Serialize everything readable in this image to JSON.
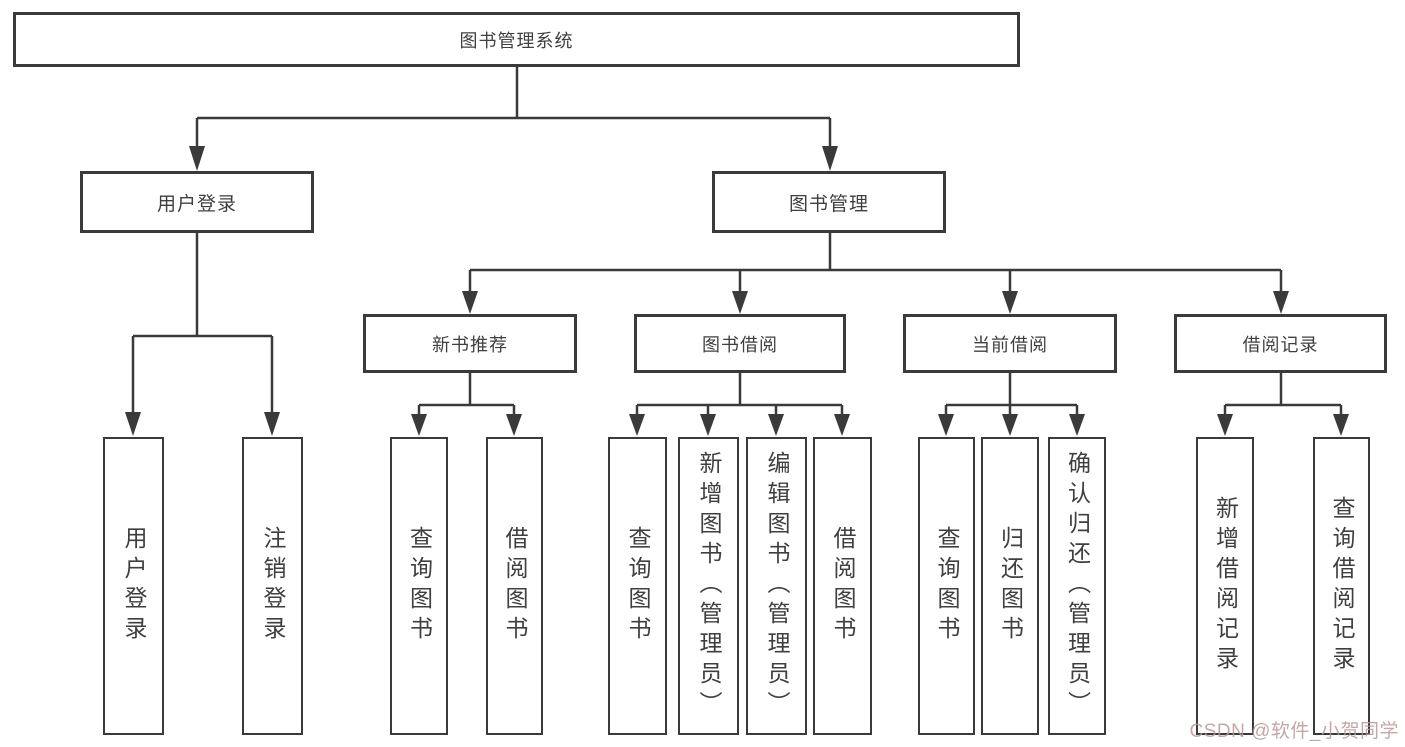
{
  "diagram": {
    "title_node": "图书管理系统",
    "l2": [
      {
        "label": "用户登录"
      },
      {
        "label": "图书管理"
      }
    ],
    "l3": [
      {
        "label": "新书推荐",
        "parent": "图书管理"
      },
      {
        "label": "图书借阅",
        "parent": "图书管理"
      },
      {
        "label": "当前借阅",
        "parent": "图书管理"
      },
      {
        "label": "借阅记录",
        "parent": "图书管理"
      }
    ],
    "l4": [
      {
        "label": "用户登录",
        "parent": "用户登录"
      },
      {
        "label": "注销登录",
        "parent": "用户登录"
      },
      {
        "label": "查询图书",
        "parent": "新书推荐"
      },
      {
        "label": "借阅图书",
        "parent": "新书推荐"
      },
      {
        "label": "查询图书",
        "parent": "图书借阅"
      },
      {
        "label": "新增图书（管理员）",
        "parent": "图书借阅"
      },
      {
        "label": "编辑图书（管理员）",
        "parent": "图书借阅"
      },
      {
        "label": "借阅图书",
        "parent": "图书借阅"
      },
      {
        "label": "查询图书",
        "parent": "当前借阅"
      },
      {
        "label": "归还图书",
        "parent": "当前借阅"
      },
      {
        "label": "确认归还（管理员）",
        "parent": "当前借阅"
      },
      {
        "label": "新增借阅记录",
        "parent": "借阅记录"
      },
      {
        "label": "查询借阅记录",
        "parent": "借阅记录"
      }
    ]
  },
  "watermark": {
    "text": "CSDN @软件_小贺同学"
  },
  "colors": {
    "line": "#3a3a3a",
    "box_background": "#ffffff",
    "text": "#3f3f3f",
    "watermark": "#ba9999"
  }
}
